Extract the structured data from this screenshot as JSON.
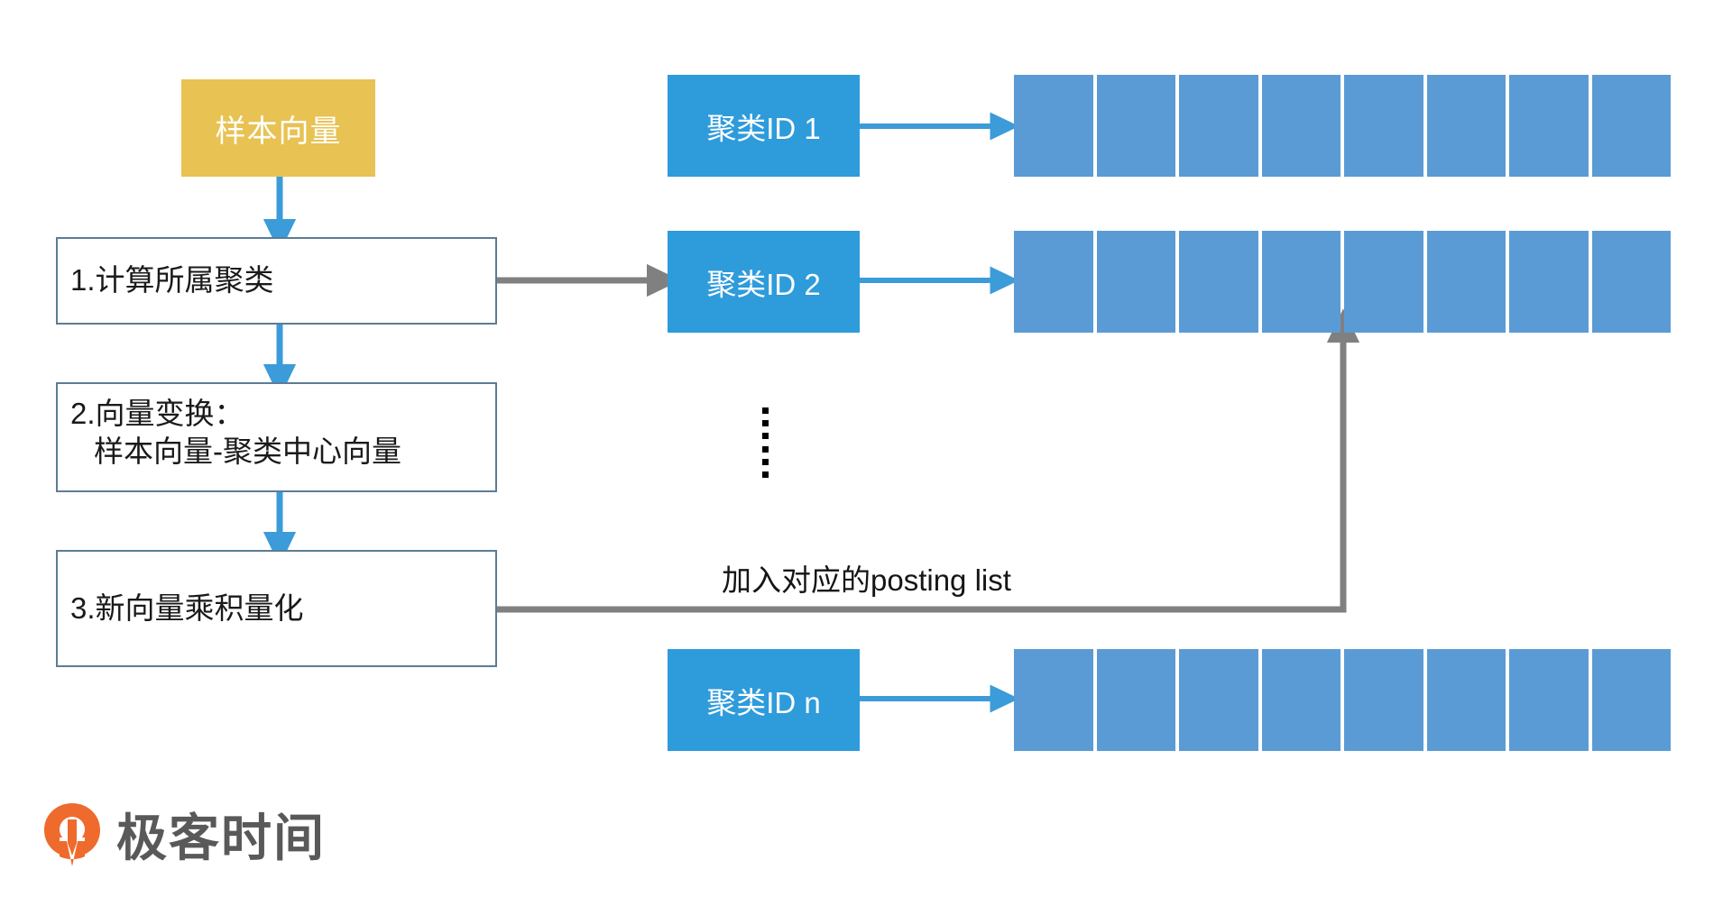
{
  "diagram": {
    "title": "IVF posting list construction flow",
    "colors": {
      "sample_box_fill": "#E8C252",
      "step_box_border": "#5B7C96",
      "cluster_box_fill": "#2E9BDB",
      "posting_cell_fill": "#5B9BD5",
      "blue_arrow": "#3C9BD9",
      "gray_arrow": "#808080",
      "logo_orange": "#EE6B2D",
      "logo_text_gray": "#595959"
    },
    "flow": {
      "sample_vector": {
        "label": "样本向量"
      },
      "steps": [
        {
          "id": "step-1",
          "label": "1.计算所属聚类",
          "line1": "1.计算所属聚类",
          "line2": ""
        },
        {
          "id": "step-2",
          "label": "2.向量变换：\n样本向量-聚类中心向量",
          "line1": "2.向量变换：",
          "line2": "样本向量-聚类中心向量"
        },
        {
          "id": "step-3",
          "label": "3.新向量乘积量化",
          "line1": "3.新向量乘积量化",
          "line2": ""
        }
      ]
    },
    "clusters": [
      {
        "id": "cluster-1",
        "label": "聚类ID 1",
        "cells": 8
      },
      {
        "id": "cluster-2",
        "label": "聚类ID 2",
        "cells": 8
      },
      {
        "id": "cluster-n",
        "label": "聚类ID n",
        "cells": 8
      }
    ],
    "ellipsis": {
      "name": "vertical-ellipsis",
      "dots": 6
    },
    "edge_labels": {
      "posting": "加入对应的posting list"
    },
    "logo": {
      "text": "极客时间"
    }
  }
}
